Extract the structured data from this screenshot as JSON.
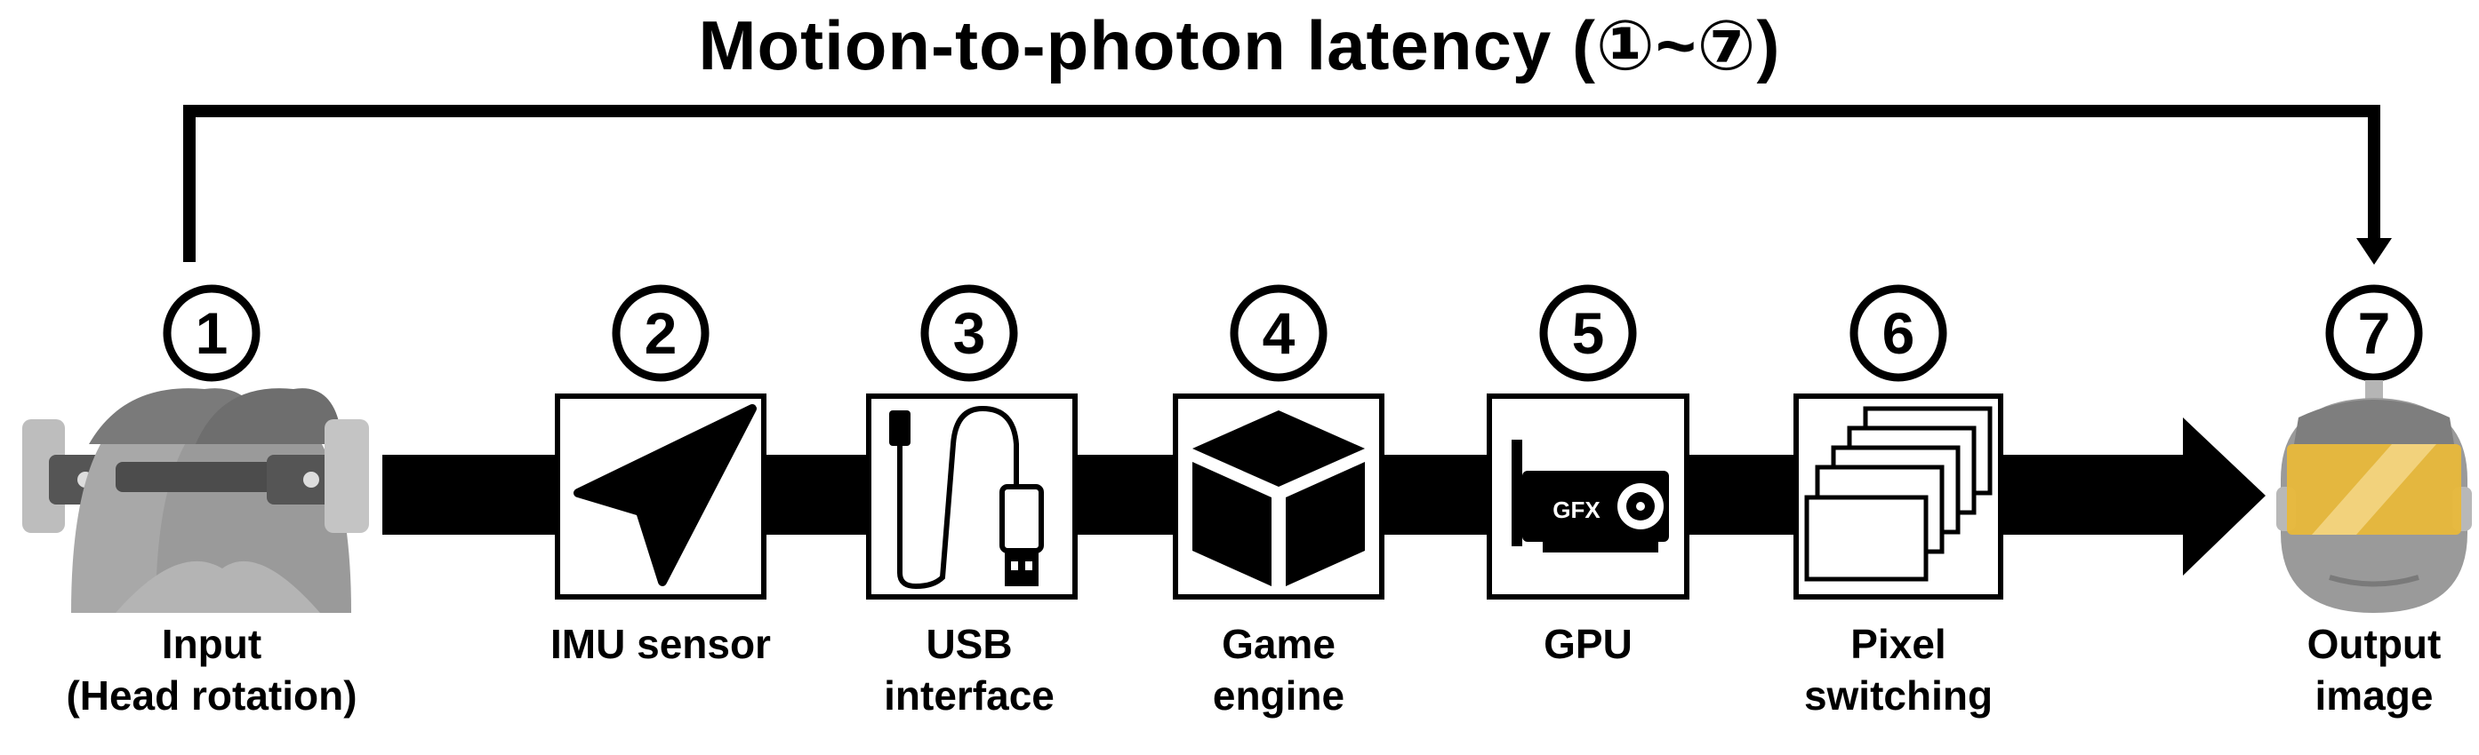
{
  "title": "Motion-to-photon latency (①~⑦)",
  "stages": [
    {
      "number": "1",
      "icon": "head-rotation-icon",
      "lines": [
        "Input",
        "(Head rotation)"
      ]
    },
    {
      "number": "2",
      "icon": "navigation-arrow-icon",
      "lines": [
        "IMU sensor"
      ]
    },
    {
      "number": "3",
      "icon": "usb-cable-icon",
      "lines": [
        "USB",
        "interface"
      ]
    },
    {
      "number": "4",
      "icon": "cube-icon",
      "lines": [
        "Game",
        "engine"
      ]
    },
    {
      "number": "5",
      "icon": "graphics-card-icon",
      "lines": [
        "GPU"
      ]
    },
    {
      "number": "6",
      "icon": "stacked-frames-icon",
      "lines": [
        "Pixel",
        "switching"
      ]
    },
    {
      "number": "7",
      "icon": "vr-headset-output-icon",
      "lines": [
        "Output",
        "image"
      ]
    }
  ],
  "gpu_icon_text": "GFX",
  "colors": {
    "line": "#000000",
    "head": "#9a9a9a",
    "visor": "#e8b83a"
  }
}
